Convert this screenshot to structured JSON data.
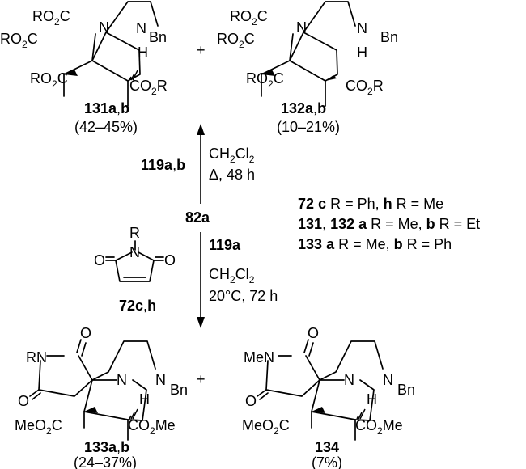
{
  "scheme": {
    "reactant": {
      "id": "82a"
    },
    "upper_reaction": {
      "reagent": {
        "compound": "119a",
        "suffix": "b"
      },
      "solvent": {
        "pre": "CH",
        "sub1": "2",
        "mid": "Cl",
        "sub2": "2"
      },
      "conditions": "Δ, 48 h",
      "products": [
        {
          "id_bold": "131a",
          "id_tail": "b",
          "yield": "(42–45%)"
        },
        {
          "id_bold": "132a",
          "id_tail": "b",
          "yield": "(10–21%)"
        }
      ]
    },
    "lower_reaction": {
      "reagent": "119a",
      "solvent": {
        "pre": "CH",
        "sub1": "2",
        "mid": "Cl",
        "sub2": "2"
      },
      "conditions": "20°C, 72 h",
      "coreagent": {
        "id_bold": "72c",
        "id_tail": "h",
        "r_label": "R"
      },
      "products": [
        {
          "id_bold": "133a",
          "id_tail": "b",
          "yield": "(24–37%)"
        },
        {
          "id_bold": "134",
          "id_tail": "",
          "yield": "(7%)"
        }
      ]
    },
    "plus_sign": "+",
    "legend": [
      {
        "c1": "72",
        "t1": " ",
        "c2": "c",
        "t2": " R = Ph, ",
        "c3": "h",
        "t3": " R = Me"
      },
      {
        "c1": "131",
        "t1": ", ",
        "c2": "132 a",
        "t2": " R = Me, ",
        "c3": "b",
        "t3": " R = Et"
      },
      {
        "c1": "133",
        "t1": " ",
        "c2": "a",
        "t2": " R = Me, ",
        "c3": "b",
        "t3": " R = Ph"
      }
    ],
    "atom_labels": {
      "n": "N",
      "h": "H",
      "o": "O",
      "bn": "Bn",
      "ro2c": "RO",
      "co2r": "CO",
      "r": "R",
      "sub2": "2",
      "meo2c": "MeO",
      "co2me": "CO",
      "me_sfx": "Me",
      "rn": "RN",
      "men": "MeN"
    }
  }
}
